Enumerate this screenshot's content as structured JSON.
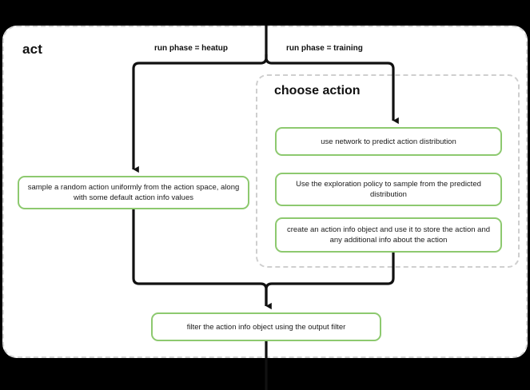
{
  "diagram": {
    "type": "flowchart",
    "panel": {
      "title": "act"
    },
    "group": {
      "title": "choose action"
    },
    "edge_labels": {
      "heatup": "run phase = heatup",
      "training": "run phase = training"
    },
    "nodes": {
      "sample": "sample a random action uniformly from the action space, along with some default action info values",
      "predict": "use network to predict action distribution",
      "explore": "Use the exploration policy to sample from the predicted distribution",
      "create": "create an action info object and use it to store the action and any additional info about the action",
      "filter": "filter the action info object using the output filter"
    },
    "colors": {
      "node_border": "#8dc96f",
      "node_fill": "#ffffff",
      "panel_border": "#d6d6d6",
      "group_border": "#cfcfcf",
      "connector": "#111111",
      "background": "#000000",
      "text": "#1a1a1a"
    }
  }
}
